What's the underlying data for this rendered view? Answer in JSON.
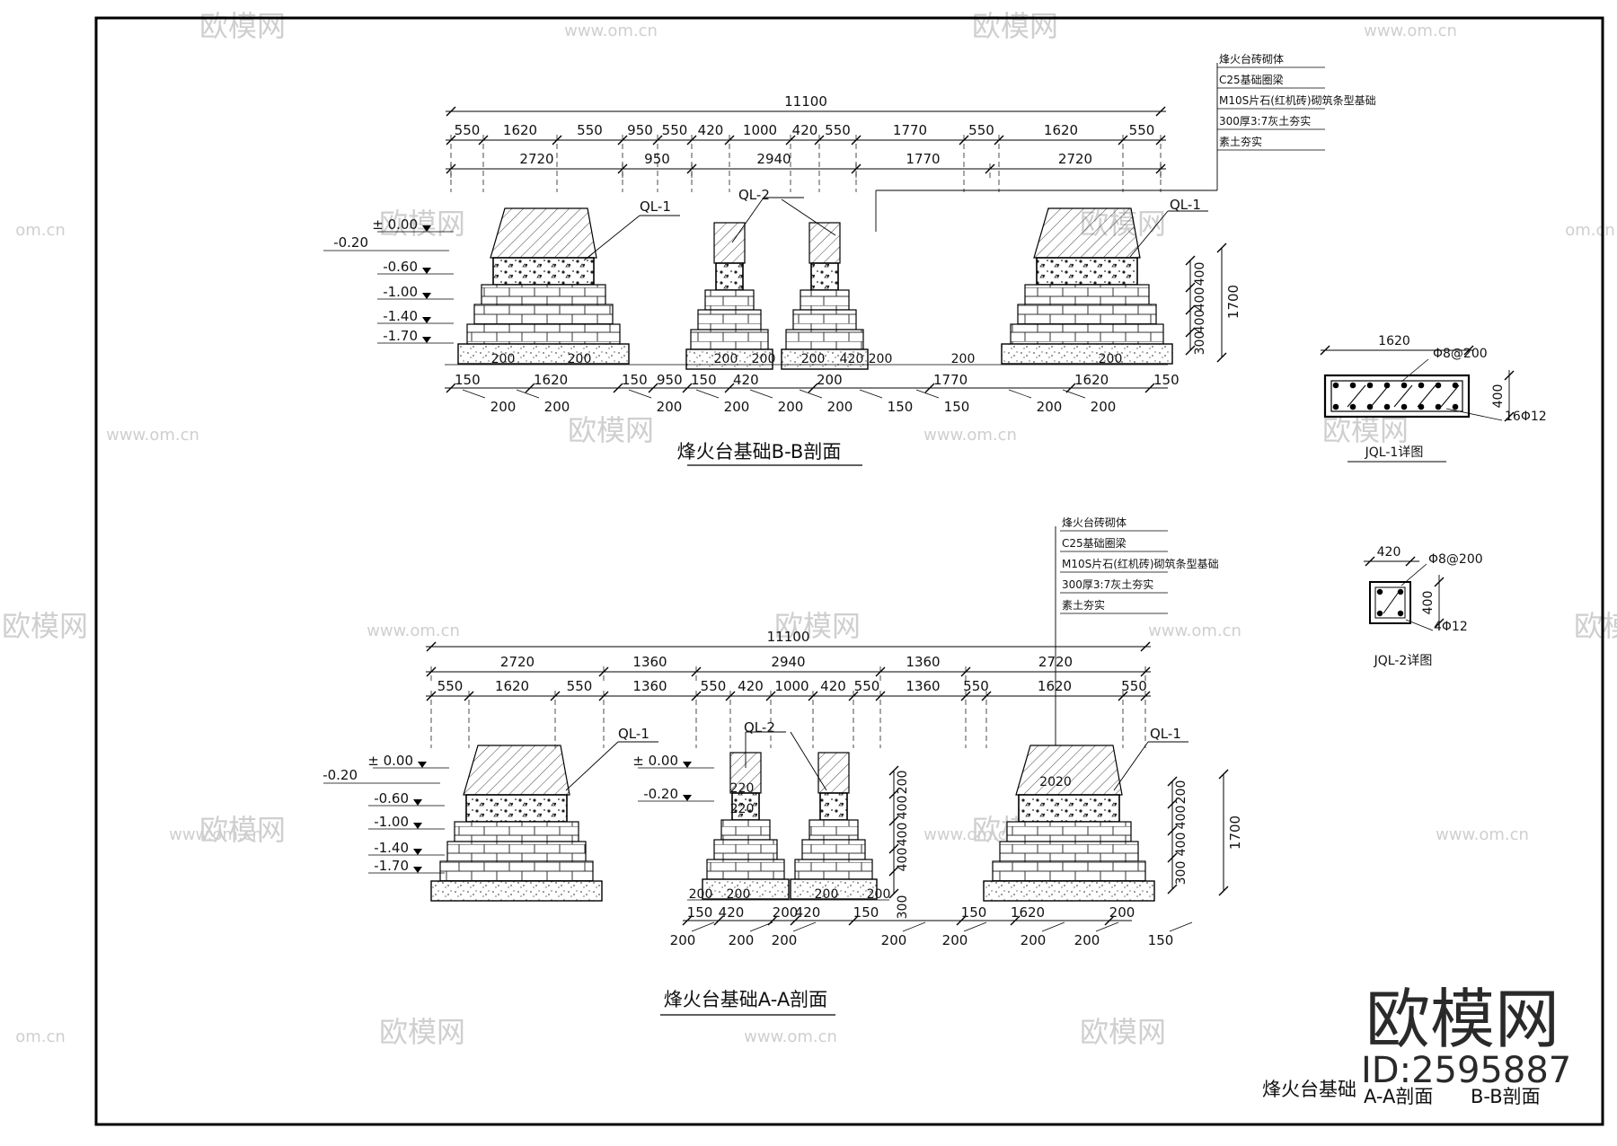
{
  "watermark": {
    "brand": "欧模网",
    "site": "www.om.cn",
    "id_text": "ID:2595887",
    "short_site": "om.cn"
  },
  "sheet_title": {
    "part1": "烽火台基础",
    "part2": "A-A剖面",
    "part3": "B-B剖面"
  },
  "material_notes": [
    "烽火台砖砌体",
    "C25基础圈梁",
    "M10S片石(红机砖)砌筑条型基础",
    "300厚3:7灰土夯实",
    "素土夯实"
  ],
  "section_bb": {
    "title": "烽火台基础B-B剖面",
    "overall": "11100",
    "row1": [
      "550",
      "1620",
      "550",
      "950",
      "550",
      "420",
      "1000",
      "420",
      "550",
      "1770",
      "550",
      "1620",
      "550"
    ],
    "row2": [
      "2720",
      "950",
      "2940",
      "1770",
      "2720"
    ],
    "beam_labels": [
      "QL-1",
      "QL-2",
      "QL-1"
    ],
    "levels": [
      "± 0.00",
      "-0.20",
      "-0.60",
      "-1.00",
      "-1.40",
      "-1.70"
    ],
    "right_dims": [
      "400",
      "400",
      "400",
      "300",
      "1700"
    ],
    "bottom_row1": [
      "200",
      "200",
      "200",
      "200",
      "200",
      "420",
      "200",
      "200",
      "200"
    ],
    "bottom_row2": [
      "150",
      "1620",
      "150",
      "950",
      "150",
      "420",
      "200",
      "1770",
      "1620",
      "150"
    ],
    "bottom_row3": [
      "200",
      "200",
      "200",
      "200",
      "200",
      "200",
      "150",
      "150",
      "200",
      "200"
    ]
  },
  "section_aa": {
    "title": "烽火台基础A-A剖面",
    "overall": "11100",
    "row1": [
      "2720",
      "1360",
      "2940",
      "1360",
      "2720"
    ],
    "row2": [
      "550",
      "1620",
      "550",
      "1360",
      "550",
      "420",
      "1000",
      "420",
      "550",
      "1360",
      "550",
      "1620",
      "550"
    ],
    "beam_labels": [
      "QL-1",
      "QL-2",
      "QL-1"
    ],
    "levels": [
      "± 0.00",
      "-0.20",
      "-0.60",
      "-1.00",
      "-1.40",
      "-1.70"
    ],
    "mid_levels": [
      "± 0.00",
      "-0.20"
    ],
    "beam_marks": [
      "220",
      "220",
      "2020"
    ],
    "right_dims": [
      "200",
      "400",
      "400",
      "300",
      "1700"
    ],
    "mid_dims": [
      "200",
      "400",
      "400",
      "400",
      "300"
    ],
    "bottom_row1": [
      "200",
      "200",
      "200",
      "200"
    ],
    "bottom_row2": [
      "150",
      "420",
      "200",
      "420",
      "150",
      "150",
      "1620",
      "200"
    ],
    "bottom_row3": [
      "200",
      "200",
      "200",
      "200",
      "200",
      "200",
      "200",
      "150"
    ]
  },
  "detail_jql1": {
    "title": "JQL-1详图",
    "width": "1620",
    "stirrup": "Φ8@200",
    "height": "400",
    "rebar": "16Φ12"
  },
  "detail_jql2": {
    "title": "JQL-2详图",
    "width": "420",
    "stirrup": "Φ8@200",
    "height": "400",
    "rebar": "4Φ12"
  }
}
